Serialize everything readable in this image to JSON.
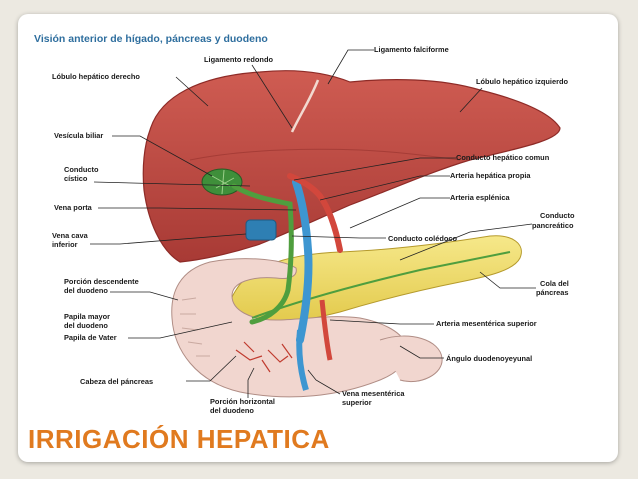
{
  "figure_title": "Visión anterior de hígado, páncreas y duodeno",
  "slide_title": "IRRIGACIÓN HEPATICA",
  "labels": {
    "ligamento_falciforme": "Ligamento falciforme",
    "ligamento_redondo": "Ligamento redondo",
    "lobulo_derecho": "Lóbulo hepático derecho",
    "lobulo_izquierdo": "Lóbulo hepático izquierdo",
    "vesicula_biliar": "Vesícula biliar",
    "conducto_cistico": [
      "Conducto",
      "cístico"
    ],
    "vena_porta": "Vena porta",
    "vena_cava": [
      "Vena cava",
      "inferior"
    ],
    "conducto_hepatico": "Conducto hepático comun",
    "arteria_hepatica": "Arteria hepática propia",
    "arteria_esplenica": "Arteria esplénica",
    "conducto_pancreatico": [
      "Conducto",
      "pancreático"
    ],
    "conducto_coledoco": "Conducto colédoco",
    "porcion_descendente": [
      "Porción descendente",
      "del duodeno"
    ],
    "cola_pancreas": [
      "Cola del",
      "páncreas"
    ],
    "papila_mayor": [
      "Papila mayor",
      "del duodeno",
      "Papila de Vater"
    ],
    "arteria_mesenterica": "Arteria mesentérica superior",
    "angulo_duodenoyeyunal": "Ángulo duodenoyeyunal",
    "cabeza_pancreas": "Cabeza del páncreas",
    "vena_mesenterica": [
      "Vena mesentérica",
      "superior"
    ],
    "porcion_horizontal": [
      "Porción horizontal",
      "del duodeno"
    ]
  }
}
